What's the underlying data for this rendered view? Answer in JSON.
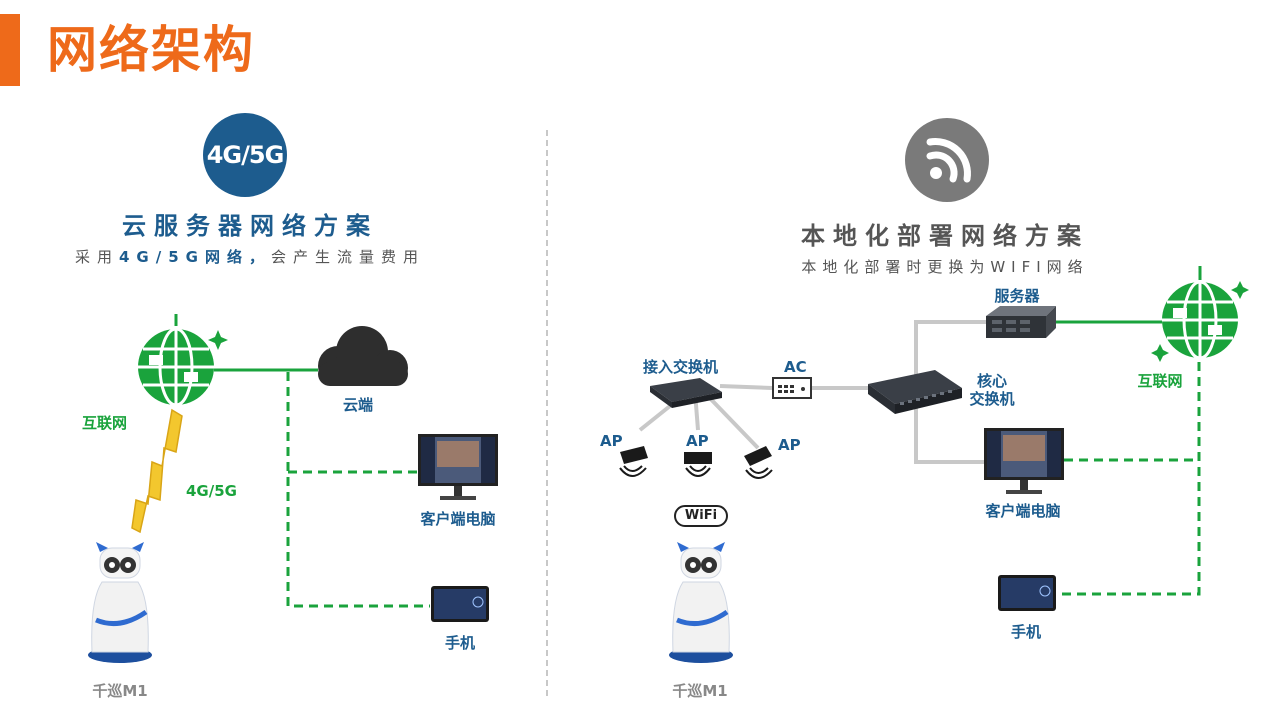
{
  "page": {
    "title": "网络架构"
  },
  "left": {
    "badge": "4G/5G",
    "title": "云服务器网络方案",
    "subtitle_pre": "采用",
    "subtitle_bold": "4G/5G网络，",
    "subtitle_post": "会产生流量费用",
    "internet_label": "互联网",
    "signal_label": "4G/5G",
    "cloud_label": "云端",
    "pc_label": "客户端电脑",
    "phone_label": "手机",
    "robot_label": "千巡M1"
  },
  "right": {
    "title": "本地化部署网络方案",
    "subtitle": "本地化部署时更换为WIFI网络",
    "server_label": "服务器",
    "internet_label": "互联网",
    "access_switch_label": "接入交换机",
    "ac_label": "AC",
    "core_switch_label": "核心\n交换机",
    "ap_labels": [
      "AP",
      "AP",
      "AP"
    ],
    "wifi_logo": "WiFi",
    "pc_label": "客户端电脑",
    "phone_label": "手机",
    "robot_label": "千巡M1"
  },
  "colors": {
    "accent": "#ee6a1a",
    "blue": "#1d5c8e",
    "green": "#1aa33c",
    "gray": "#7a7a7a"
  },
  "icons": [
    "globe-icon",
    "cloud-icon",
    "monitor-icon",
    "tablet-icon",
    "robot-icon",
    "wifi-signal-icon",
    "switch-icon",
    "ac-controller-icon",
    "server-icon",
    "access-point-icon",
    "lightning-icon"
  ]
}
